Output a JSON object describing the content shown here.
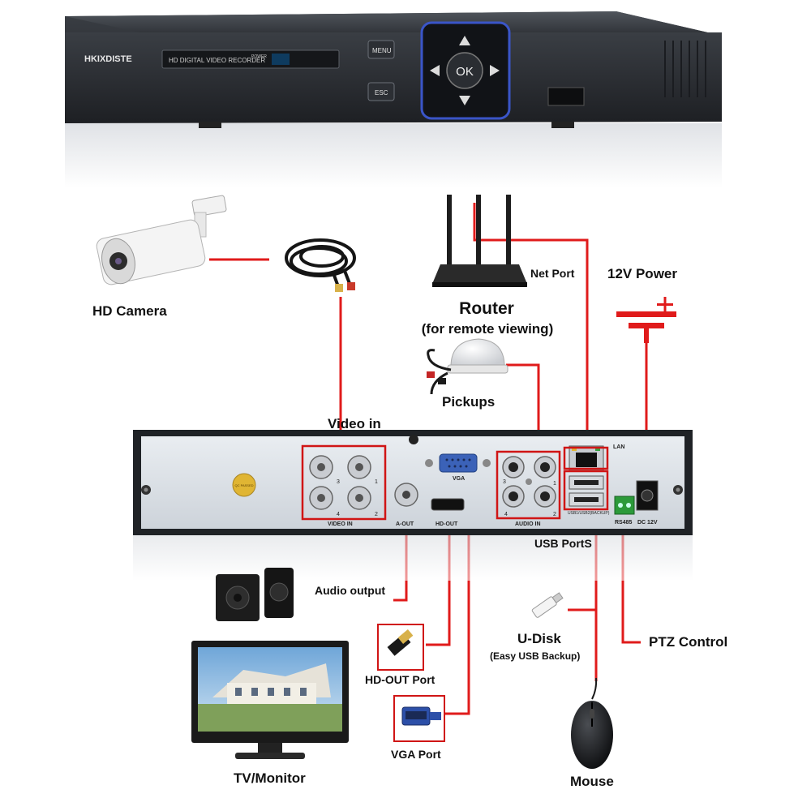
{
  "recorder_front": {
    "brand": "HKIXDISTE",
    "model_text": "HD DIGITAL VIDEO RECORDER",
    "power_text": "POWER",
    "menu_button": "MENU",
    "esc_button": "ESC",
    "ok_button": "OK"
  },
  "recorder_back": {
    "video_in_label": "VIDEO IN",
    "a_out_label": "A-OUT",
    "vga_label": "VGA",
    "hd_out_label": "HD-OUT",
    "audio_in_label": "AUDIO IN",
    "lan_label": "LAN",
    "usb_label": "USB1/USB2(BACKUP)",
    "rs485_label": "RS485",
    "dc_label": "DC 12V",
    "qc_label": "QC PASSED",
    "port_numbers": {
      "p1": "1",
      "p2": "2",
      "p3": "3",
      "p4": "4"
    }
  },
  "labels": {
    "hd_camera": "HD Camera",
    "router": "Router",
    "router_sub": "(for remote viewing)",
    "net_port": "Net Port",
    "power_12v": "12V Power",
    "pickups": "Pickups",
    "video_in": "Video in",
    "usb_ports": "USB PortS",
    "audio_output": "Audio output",
    "u_disk": "U-Disk",
    "u_disk_sub": "(Easy USB Backup)",
    "ptz_control": "PTZ Control",
    "hd_out_port": "HD-OUT Port",
    "vga_port": "VGA Port",
    "tv_monitor": "TV/Monitor",
    "mouse": "Mouse"
  },
  "colors": {
    "wire": "#e01b1b",
    "box": "#d01515",
    "device_dark": "#2a2d31",
    "panel": "#dfe4ea"
  }
}
